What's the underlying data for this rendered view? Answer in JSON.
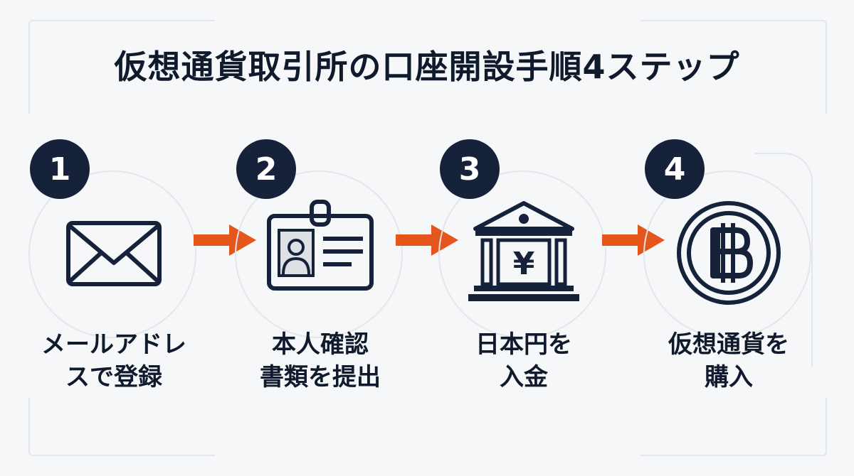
{
  "title": "仮想通貨取引所の口座開設手順4ステップ",
  "steps": [
    {
      "number": "1",
      "label": "メールアドレ\nスで登録",
      "icon": "envelope-icon"
    },
    {
      "number": "2",
      "label": "本人確認\n書類を提出",
      "icon": "id-card-icon"
    },
    {
      "number": "3",
      "label": "日本円を\n入金",
      "icon": "bank-yen-icon"
    },
    {
      "number": "4",
      "label": "仮想通貨を\n購入",
      "icon": "bitcoin-icon"
    }
  ],
  "colors": {
    "accent": "#e5561d",
    "dark": "#16213a",
    "ring": "#e4e6e9",
    "background": "#f6f7f9"
  }
}
